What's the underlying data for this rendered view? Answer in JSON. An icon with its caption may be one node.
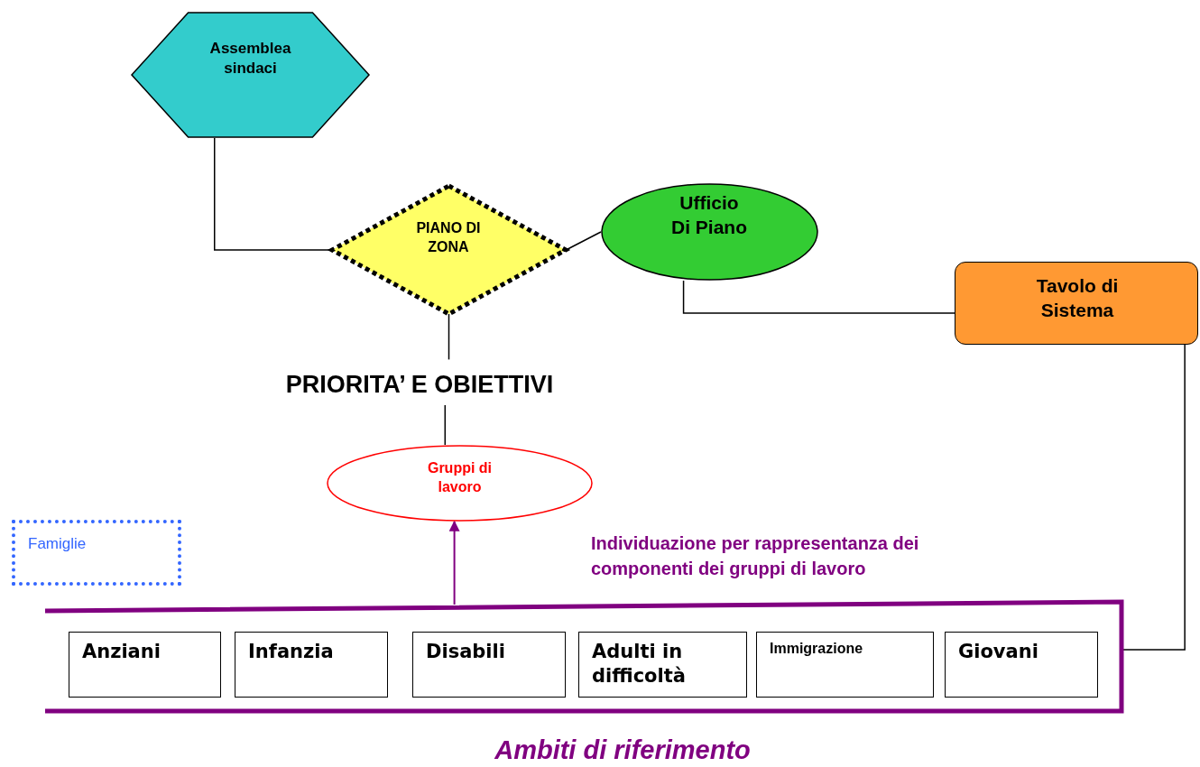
{
  "diagram": {
    "nodes": [
      {
        "text": [
          "Assemblea sindaci"
        ]
      },
      {
        "text": [
          "PIANO DI ZONA"
        ]
      },
      {
        "text": [
          "Ufficio Di Piano"
        ]
      },
      {
        "text": [
          "Tavolo di Sistema"
        ]
      },
      {
        "text": [
          "PRIORITA’ E OBIETTIVI"
        ]
      },
      {
        "text": [
          "Gruppi di lavoro"
        ]
      },
      {
        "text": [
          "Famiglie"
        ]
      },
      {
        "text": [],
        "shape": "bracket",
        "beside": [
          "Ambiti di riferimento"
        ]
      },
      {
        "text": [
          "Anziani"
        ],
        "in": 7
      },
      {
        "text": [
          "Infanzia"
        ],
        "in": 7
      },
      {
        "text": [
          "Disabili"
        ],
        "in": 7
      },
      {
        "text": [
          "Adulti in difficoltà"
        ],
        "in": 7
      },
      {
        "text": [
          "Immigrazione"
        ],
        "in": 7
      },
      {
        "text": [
          "Giovani"
        ],
        "in": 7
      }
    ],
    "edges": [
      {
        "from": 0,
        "to": 1,
        "arrow": "none"
      },
      {
        "from": 1,
        "to": 2,
        "arrow": "none"
      },
      {
        "from": 2,
        "to": 3,
        "arrow": "none"
      },
      {
        "from": 1,
        "to": 4,
        "arrow": "none"
      },
      {
        "from": 4,
        "to": 5,
        "arrow": "none"
      },
      {
        "from": 3,
        "to": 7,
        "arrow": "none"
      },
      {
        "from": 7,
        "to": 5,
        "arrow": "to",
        "color": "#800080"
      }
    ],
    "labels": [
      "Individuazione per rappresentanza dei componenti dei gruppi di lavoro"
    ]
  }
}
